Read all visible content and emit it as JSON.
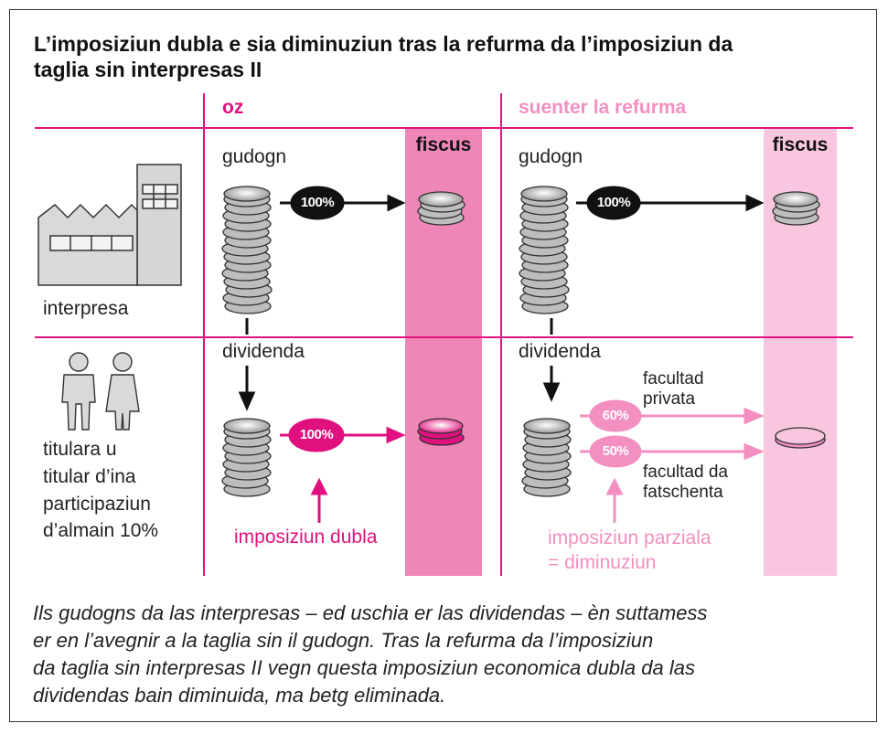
{
  "title": {
    "line1": "L’imposiziun dubla e sia diminuziun tras la refurma da l’imposiziun da",
    "line2": "taglia sin interpresas II"
  },
  "columns": {
    "before": "oz",
    "after": "suenter la refurma"
  },
  "fiscus_label": "fiscus",
  "rows": {
    "company": "interpresa",
    "holder": [
      "titulara u",
      "titular d’ina",
      "participaziun",
      "d’almain 10%"
    ]
  },
  "labels": {
    "profit": "gudogn",
    "dividend": "dividenda"
  },
  "pills": {
    "profit_before": "100%",
    "profit_after": "100%",
    "dividend_before": "100%",
    "private": "60%",
    "business": "50%"
  },
  "notes": {
    "private_assets": [
      "facultad",
      "privata"
    ],
    "business_assets": [
      "facultad da",
      "fatschenta"
    ],
    "double_taxation": "imposiziun dubla",
    "partial_taxation": [
      "imposiziun parziala",
      "= diminuziun"
    ]
  },
  "caption": [
    "Ils gudogns da las interpresas – ed uschia er las dividendas – èn suttamess",
    "er en l’avegnir a la taglia sin il gudogn. Tras la refurma da l’imposiziun",
    "da taglia sin interpresas II vegn questa imposiziun economica dubla da las",
    "dividendas bain diminuida, ma betg eliminada."
  ],
  "colors": {
    "magenta": "#e0117f",
    "light_pink": "#f38fc1",
    "fiscus_band_before": "#ef86b8",
    "fiscus_band_after": "#f8c7df"
  }
}
